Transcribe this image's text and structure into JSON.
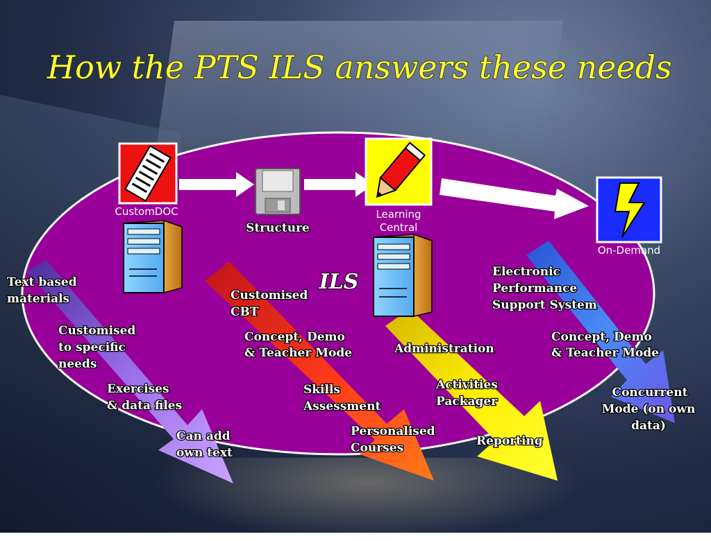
{
  "title": "How the PTS ILS answers these needs",
  "center_label": "ILS",
  "icons": {
    "customdoc": "CustomDOC",
    "learning_central": "Learning Central",
    "on_demand": "On-Demand"
  },
  "labels": {
    "structure": "Structure",
    "text_based": [
      "Text based",
      "materials"
    ],
    "customised_needs": [
      "Customised",
      "to specific",
      "needs"
    ],
    "exercises": [
      "Exercises",
      "& data files"
    ],
    "can_add": [
      "Can add",
      "own text"
    ],
    "customised_cbt": [
      "Customised",
      "CBT"
    ],
    "concept_demo_1": [
      "Concept, Demo",
      "& Teacher Mode"
    ],
    "skills": [
      "Skills",
      "Assessment"
    ],
    "personalised": [
      "Personalised",
      "Courses"
    ],
    "administration": "Administration",
    "activities": [
      "Activities",
      "Packager"
    ],
    "reporting": "Reporting",
    "epss": [
      "Electronic",
      "Performance",
      "Support System"
    ],
    "concept_demo_2": [
      "Concept, Demo",
      "& Teacher Mode"
    ],
    "concurrent": [
      "Concurrent",
      "Mode (on own",
      "data)"
    ]
  },
  "colors": {
    "ellipse": "#990099",
    "title": "#ffff33",
    "arrow_lavender": "#b98cf2",
    "arrow_red": "#ff3a1a",
    "arrow_yellow": "#ffff00",
    "arrow_blue": "#3d7bf0"
  }
}
